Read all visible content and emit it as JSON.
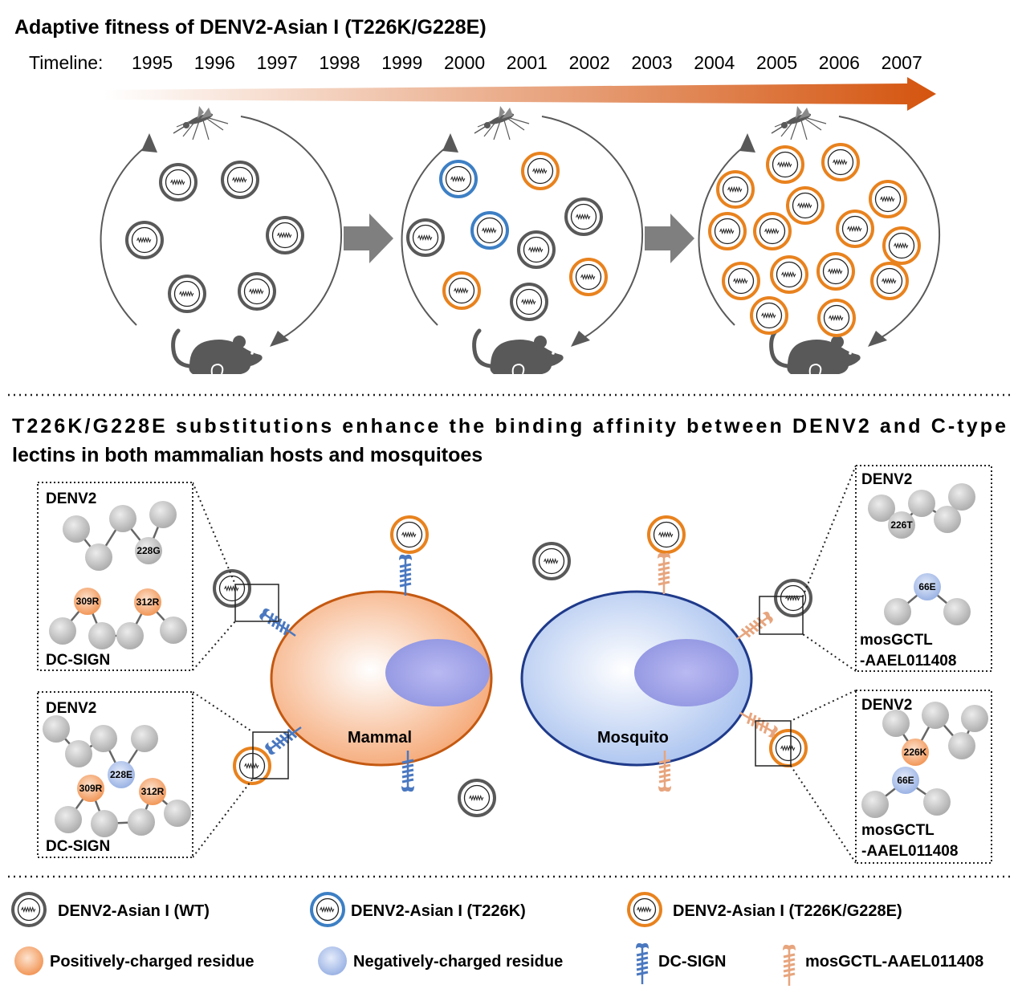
{
  "header": {
    "title": "Adaptive fitness of DENV2-Asian I (T226K/G228E)",
    "timeline_label": "Timeline:",
    "years": [
      "1995",
      "1996",
      "1997",
      "1998",
      "1999",
      "2000",
      "2001",
      "2002",
      "2003",
      "2004",
      "2005",
      "2006",
      "2007"
    ]
  },
  "section2": {
    "title_line1": "T226K/G228E substitutions enhance the binding affinity between DENV2 and C-type",
    "title_line2": "lectins in both mammalian hosts and mosquitoes"
  },
  "cells": {
    "mammal": "Mammal",
    "mosquito": "Mosquito"
  },
  "boxes": {
    "left_top": {
      "virus": "DENV2",
      "receptor": "DC-SIGN",
      "res_a": "228G",
      "res_b": "309R",
      "res_c": "312R"
    },
    "left_bottom": {
      "virus": "DENV2",
      "receptor": "DC-SIGN",
      "res_a": "228E",
      "res_b": "309R",
      "res_c": "312R"
    },
    "right_top": {
      "virus": "DENV2",
      "res_a": "226T",
      "res_b": "66E",
      "receptor_line1": "mosGCTL",
      "receptor_line2": "-AAEL011408"
    },
    "right_bottom": {
      "virus": "DENV2",
      "res_a": "226K",
      "res_b": "66E",
      "receptor_line1": "mosGCTL",
      "receptor_line2": "-AAEL011408"
    }
  },
  "legend": {
    "wt": "DENV2-Asian I (WT)",
    "t226k": "DENV2-Asian I (T226K)",
    "double": "DENV2-Asian I (T226K/G228E)",
    "positive": "Positively-charged residue",
    "negative": "Negatively-charged residue",
    "dcsign": "DC-SIGN",
    "mosgctl": "mosGCTL-AAEL011408"
  },
  "colors": {
    "wt": "#595959",
    "t226k": "#3d7fc4",
    "double": "#e8821e",
    "positive": "#f08a44",
    "negative": "#8ea9e0",
    "dcsign": "#4a78c0",
    "mosgctl": "#e7a57e",
    "arrow_end": "#d4540e",
    "gray_icon": "#595959"
  }
}
